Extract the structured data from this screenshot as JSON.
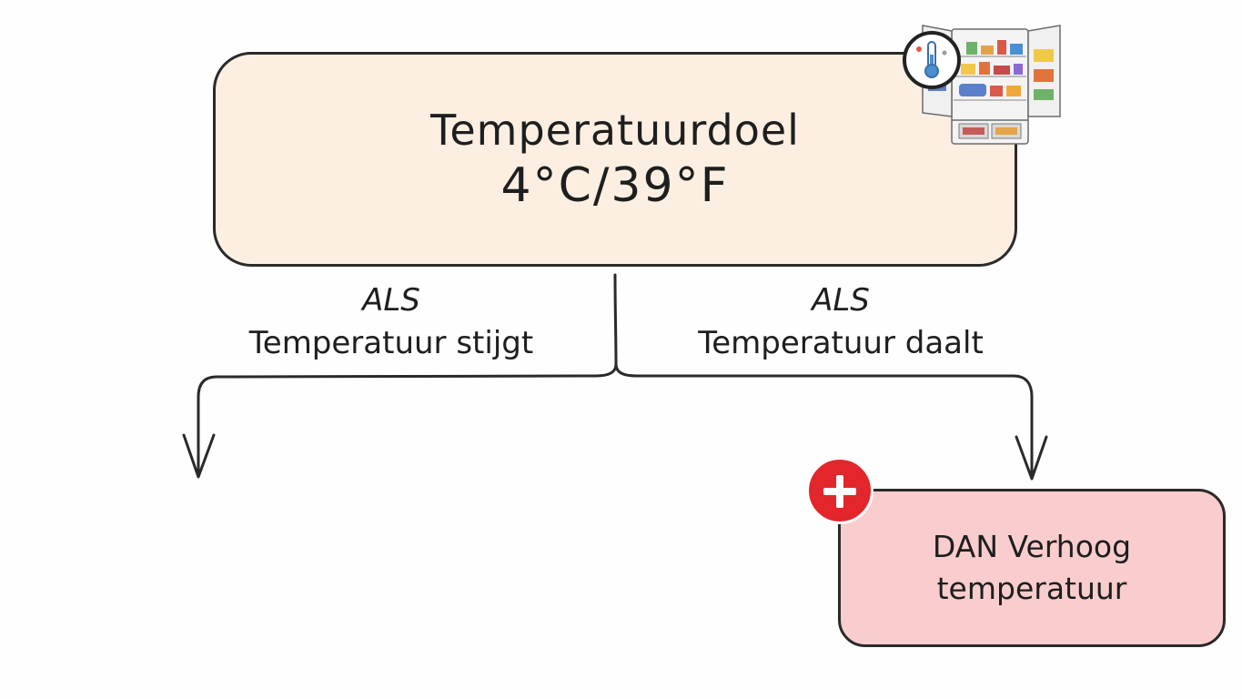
{
  "top_node": {
    "title": "Temperatuurdoel",
    "value": "4°C/39°F"
  },
  "branches": [
    {
      "keyword": "ALS",
      "condition": "Temperatuur stijgt"
    },
    {
      "keyword": "ALS",
      "condition": "Temperatuur daalt"
    }
  ],
  "result_node": {
    "line1": "DAN Verhoog",
    "line2": "temperatuur"
  },
  "icons": {
    "top_node_icon": "fridge-thermometer-icon",
    "result_badge_icon": "plus-icon"
  },
  "colors": {
    "top_box_fill": "#fcefe2",
    "result_box_fill": "#f9cdcd",
    "badge_red": "#e3262b",
    "stroke": "#2a2a2a"
  }
}
